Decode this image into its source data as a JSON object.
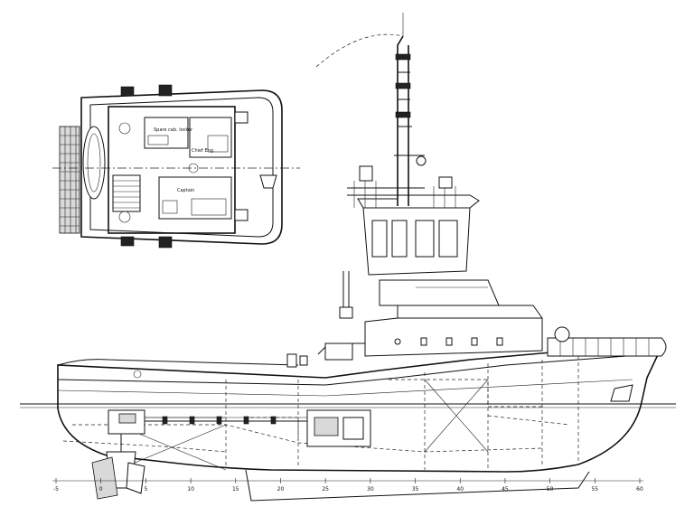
{
  "plan_view": {
    "room_labels": [
      "Spare cab. locker",
      "Chief Eng.",
      "Captain"
    ]
  },
  "profile_view": {
    "frame_numbers": [
      "-5",
      "0",
      "5",
      "10",
      "15",
      "20",
      "25",
      "30",
      "35",
      "40",
      "45",
      "50",
      "55",
      "60"
    ]
  },
  "colors": {
    "line": "#111111",
    "background": "#ffffff",
    "hatch_grey": "#d9d9d9"
  }
}
